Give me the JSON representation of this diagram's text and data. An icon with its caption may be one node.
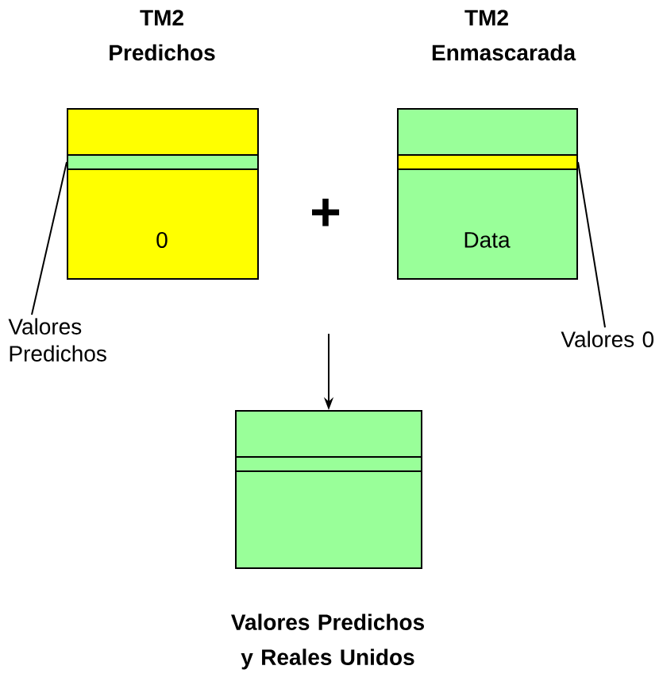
{
  "diagram": {
    "nodes": [
      {
        "text": [
          "TM2 Predichos",
          "0"
        ]
      },
      {
        "text": [],
        "shape": "bar",
        "in": 0
      },
      {
        "text": [
          "TM2 Enmascarada",
          "Data"
        ]
      },
      {
        "text": [],
        "shape": "bar",
        "in": 2
      },
      {
        "text": [
          "Valores Predichos"
        ]
      },
      {
        "text": [
          "Valores 0"
        ]
      },
      {
        "text": [
          "Valores Predichos y Reales Unidos"
        ]
      },
      {
        "text": [],
        "shape": "bar",
        "in": 6
      }
    ],
    "edges": [
      {
        "from": 4,
        "to": 1,
        "arrow": "none"
      },
      {
        "from": 5,
        "to": 3,
        "arrow": "none"
      },
      {
        "from": null,
        "to": 6,
        "arrow": "to"
      }
    ],
    "labels": [
      "+"
    ]
  }
}
